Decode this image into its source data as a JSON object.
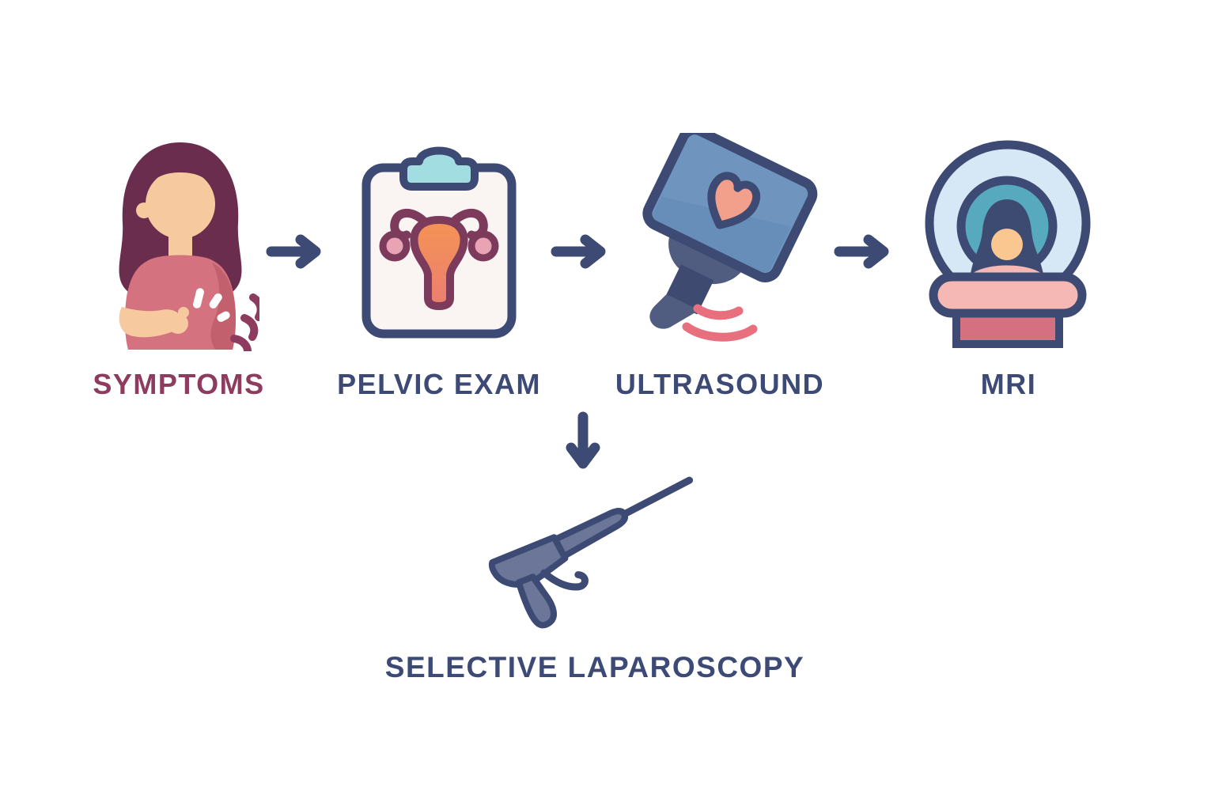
{
  "diagram": {
    "type": "medical-diagnostic-flowchart",
    "background": "#ffffff"
  },
  "flow": {
    "steps": [
      {
        "id": "symptoms",
        "label": "SYMPTOMS",
        "icon": "woman-abdominal-pain-icon",
        "label_color": "#8d3b5e"
      },
      {
        "id": "pelvic-exam",
        "label": "PELVIC EXAM",
        "icon": "clipboard-uterus-icon",
        "label_color": "#3c4a75"
      },
      {
        "id": "ultrasound",
        "label": "ULTRASOUND",
        "icon": "ultrasound-probe-icon",
        "label_color": "#3c4a75"
      },
      {
        "id": "mri",
        "label": "MRI",
        "icon": "mri-scanner-icon",
        "label_color": "#3c4a75"
      }
    ],
    "connectors": [
      {
        "type": "arrow-right",
        "from": "symptoms",
        "to": "pelvic-exam"
      },
      {
        "type": "arrow-right",
        "from": "pelvic-exam",
        "to": "ultrasound"
      },
      {
        "type": "arrow-right",
        "from": "ultrasound",
        "to": "mri"
      },
      {
        "type": "arrow-down",
        "from": "flow-row",
        "to": "selective-laparoscopy"
      }
    ],
    "branch": {
      "id": "selective-laparoscopy",
      "label": "SELECTIVE LAPAROSCOPY",
      "icon": "laparoscope-icon",
      "label_color": "#3c4a75"
    }
  },
  "colors": {
    "navy_outline": "#3d4a74",
    "label_navy": "#3c4a75",
    "label_berry": "#8d3b5e",
    "hair_plum": "#6b2d4d",
    "skin_peach": "#f6c99f",
    "shirt_rose": "#d4737f",
    "shirt_rose_shade": "#c2606e",
    "clipboard_paper": "#faf4f3",
    "clip_teal": "#a2dde2",
    "uterus_outline": "#7d3b5c",
    "uterus_fill_top": "#f49355",
    "uterus_fill_bottom": "#eb7f70",
    "ovary_pink": "#e8a4b4",
    "screen_blue": "#6f95bf",
    "probe_gray": "#515d80",
    "probe_dark": "#3f4a70",
    "heart_salmon": "#f2a08b",
    "wave_pink": "#e8707e",
    "mri_outer_blue": "#d6e7f5",
    "mri_ring_teal": "#57a9be",
    "mri_face_peach": "#f9c78f",
    "mri_table_pink": "#f5b8b4",
    "mri_base_rose": "#d4707f",
    "tool_grayblue": "#6b7698"
  }
}
